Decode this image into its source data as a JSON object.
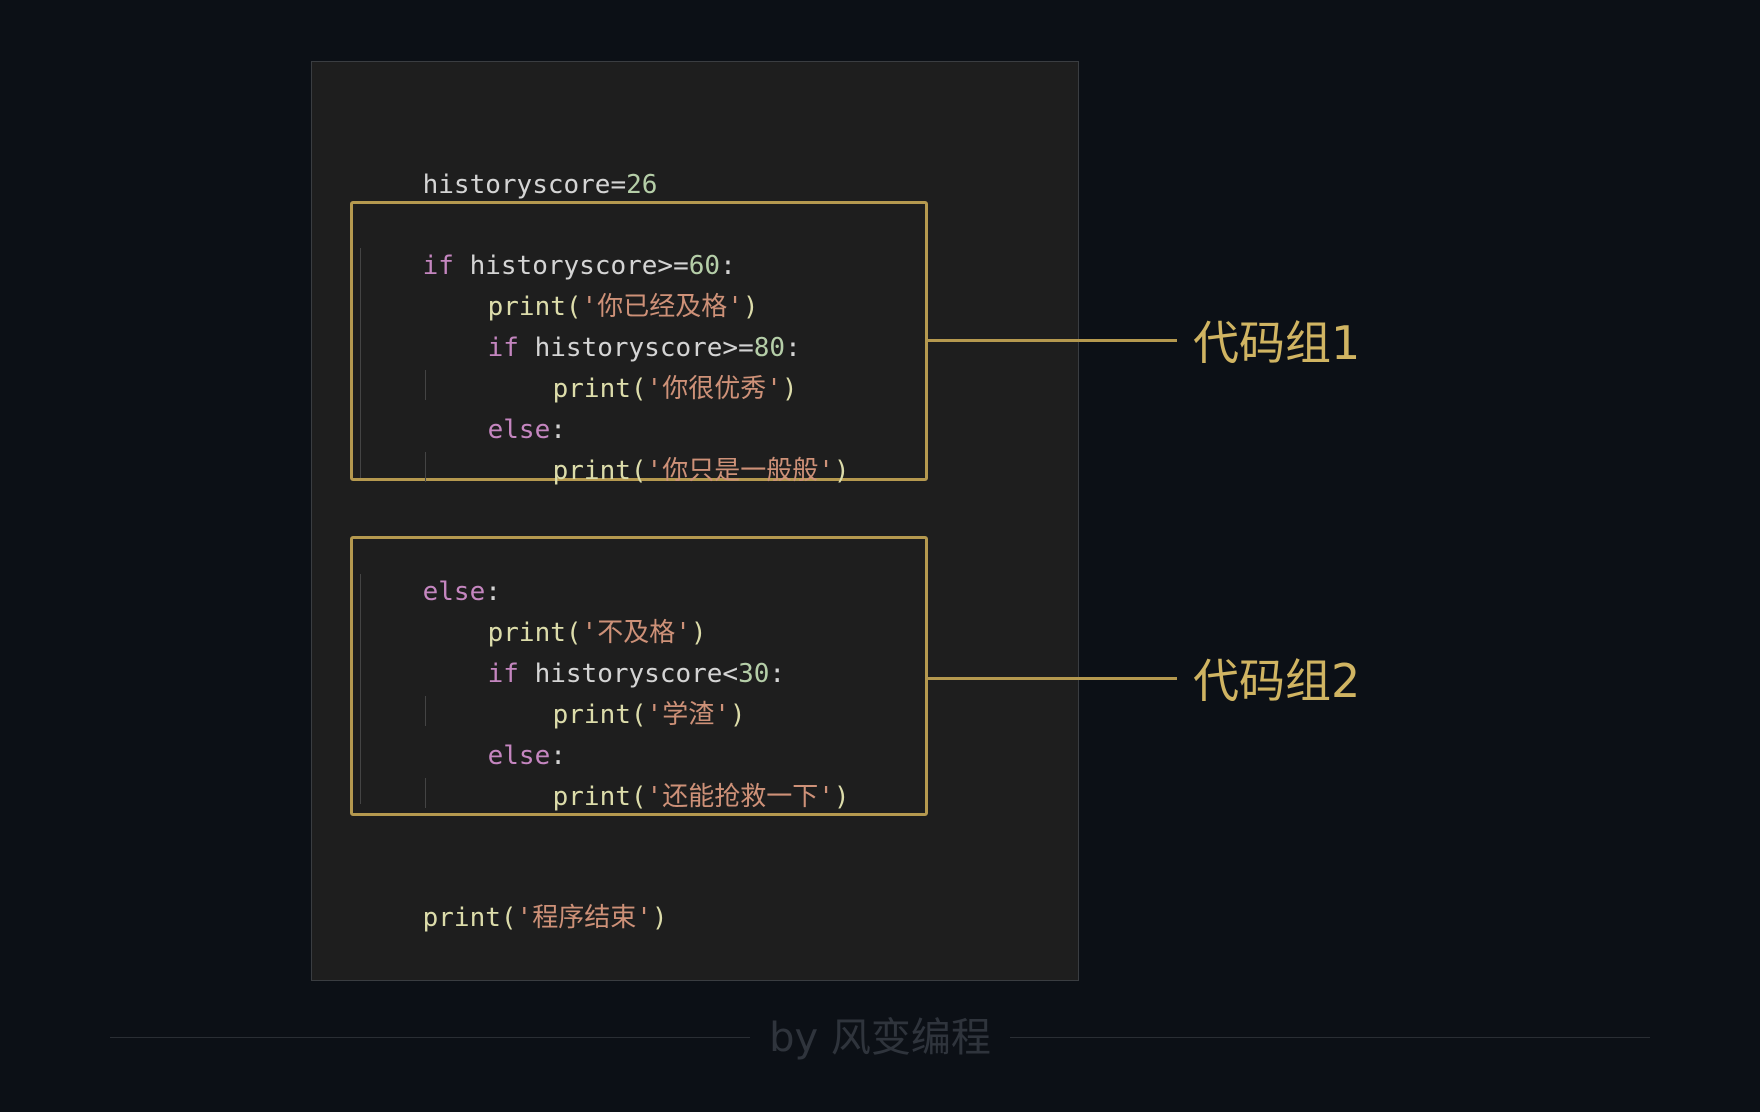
{
  "colors": {
    "background": "#0c1016",
    "panel": "#1e1e1e",
    "highlight_border": "#b5994f",
    "label": "#d0b462",
    "keyword": "#c586c0",
    "function": "#dcdcaa",
    "string": "#ce9178",
    "number": "#b5cea8",
    "text": "#d4d4d4"
  },
  "code": {
    "assign": {
      "var": "historyscore=",
      "value": "26"
    },
    "group1": {
      "line1": {
        "kw": "if",
        "cond": " historyscore>=",
        "num": "60",
        "colon": ":"
      },
      "line2": {
        "fn": "print(",
        "str": "'你已经及格'",
        "close": ")"
      },
      "line3": {
        "kw": "if",
        "cond": " historyscore>=",
        "num": "80",
        "colon": ":"
      },
      "line4": {
        "fn": "print(",
        "str": "'你很优秀'",
        "close": ")"
      },
      "line5": {
        "kw": "else",
        "colon": ":"
      },
      "line6": {
        "fn": "print(",
        "str": "'你只是一般般'",
        "close": ")"
      }
    },
    "group2": {
      "line1": {
        "kw": "else",
        "colon": ":"
      },
      "line2": {
        "fn": "print(",
        "str": "'不及格'",
        "close": ")"
      },
      "line3": {
        "kw": "if",
        "cond": " historyscore<",
        "num": "30",
        "colon": ":"
      },
      "line4": {
        "fn": "print(",
        "str": "'学渣'",
        "close": ")"
      },
      "line5": {
        "kw": "else",
        "colon": ":"
      },
      "line6": {
        "fn": "print(",
        "str": "'还能抢救一下'",
        "close": ")"
      }
    },
    "final": {
      "fn": "print(",
      "str": "'程序结束'",
      "close": ")"
    }
  },
  "labels": {
    "group1": "代码组1",
    "group2": "代码组2"
  },
  "footer": "by 风变编程"
}
